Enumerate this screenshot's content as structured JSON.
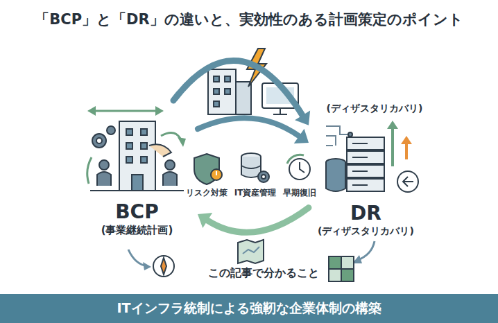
{
  "diagram": {
    "title": "「BCP」と「DR」の違いと、実効性のある計画策定のポイント",
    "nodes": [
      {
        "text": [
          "BCP",
          "(事業継続計画)"
        ]
      },
      {
        "text": [
          "DR",
          "(ディザスタリカバリ)"
        ]
      },
      {
        "text": [
          "ITインフラ統制による強靭な企業体制の構築"
        ]
      }
    ],
    "edges": [
      {
        "from": 0,
        "to": 1,
        "arrow": "to"
      },
      {
        "from": 0,
        "to": 1,
        "arrow": "to"
      },
      {
        "from": 1,
        "to": 0,
        "arrow": "to"
      }
    ],
    "labels": [
      "(ディザスタリカバリ)",
      "リスク対策",
      "IT資産管理",
      "早期復旧",
      "この記事で分かること"
    ]
  }
}
